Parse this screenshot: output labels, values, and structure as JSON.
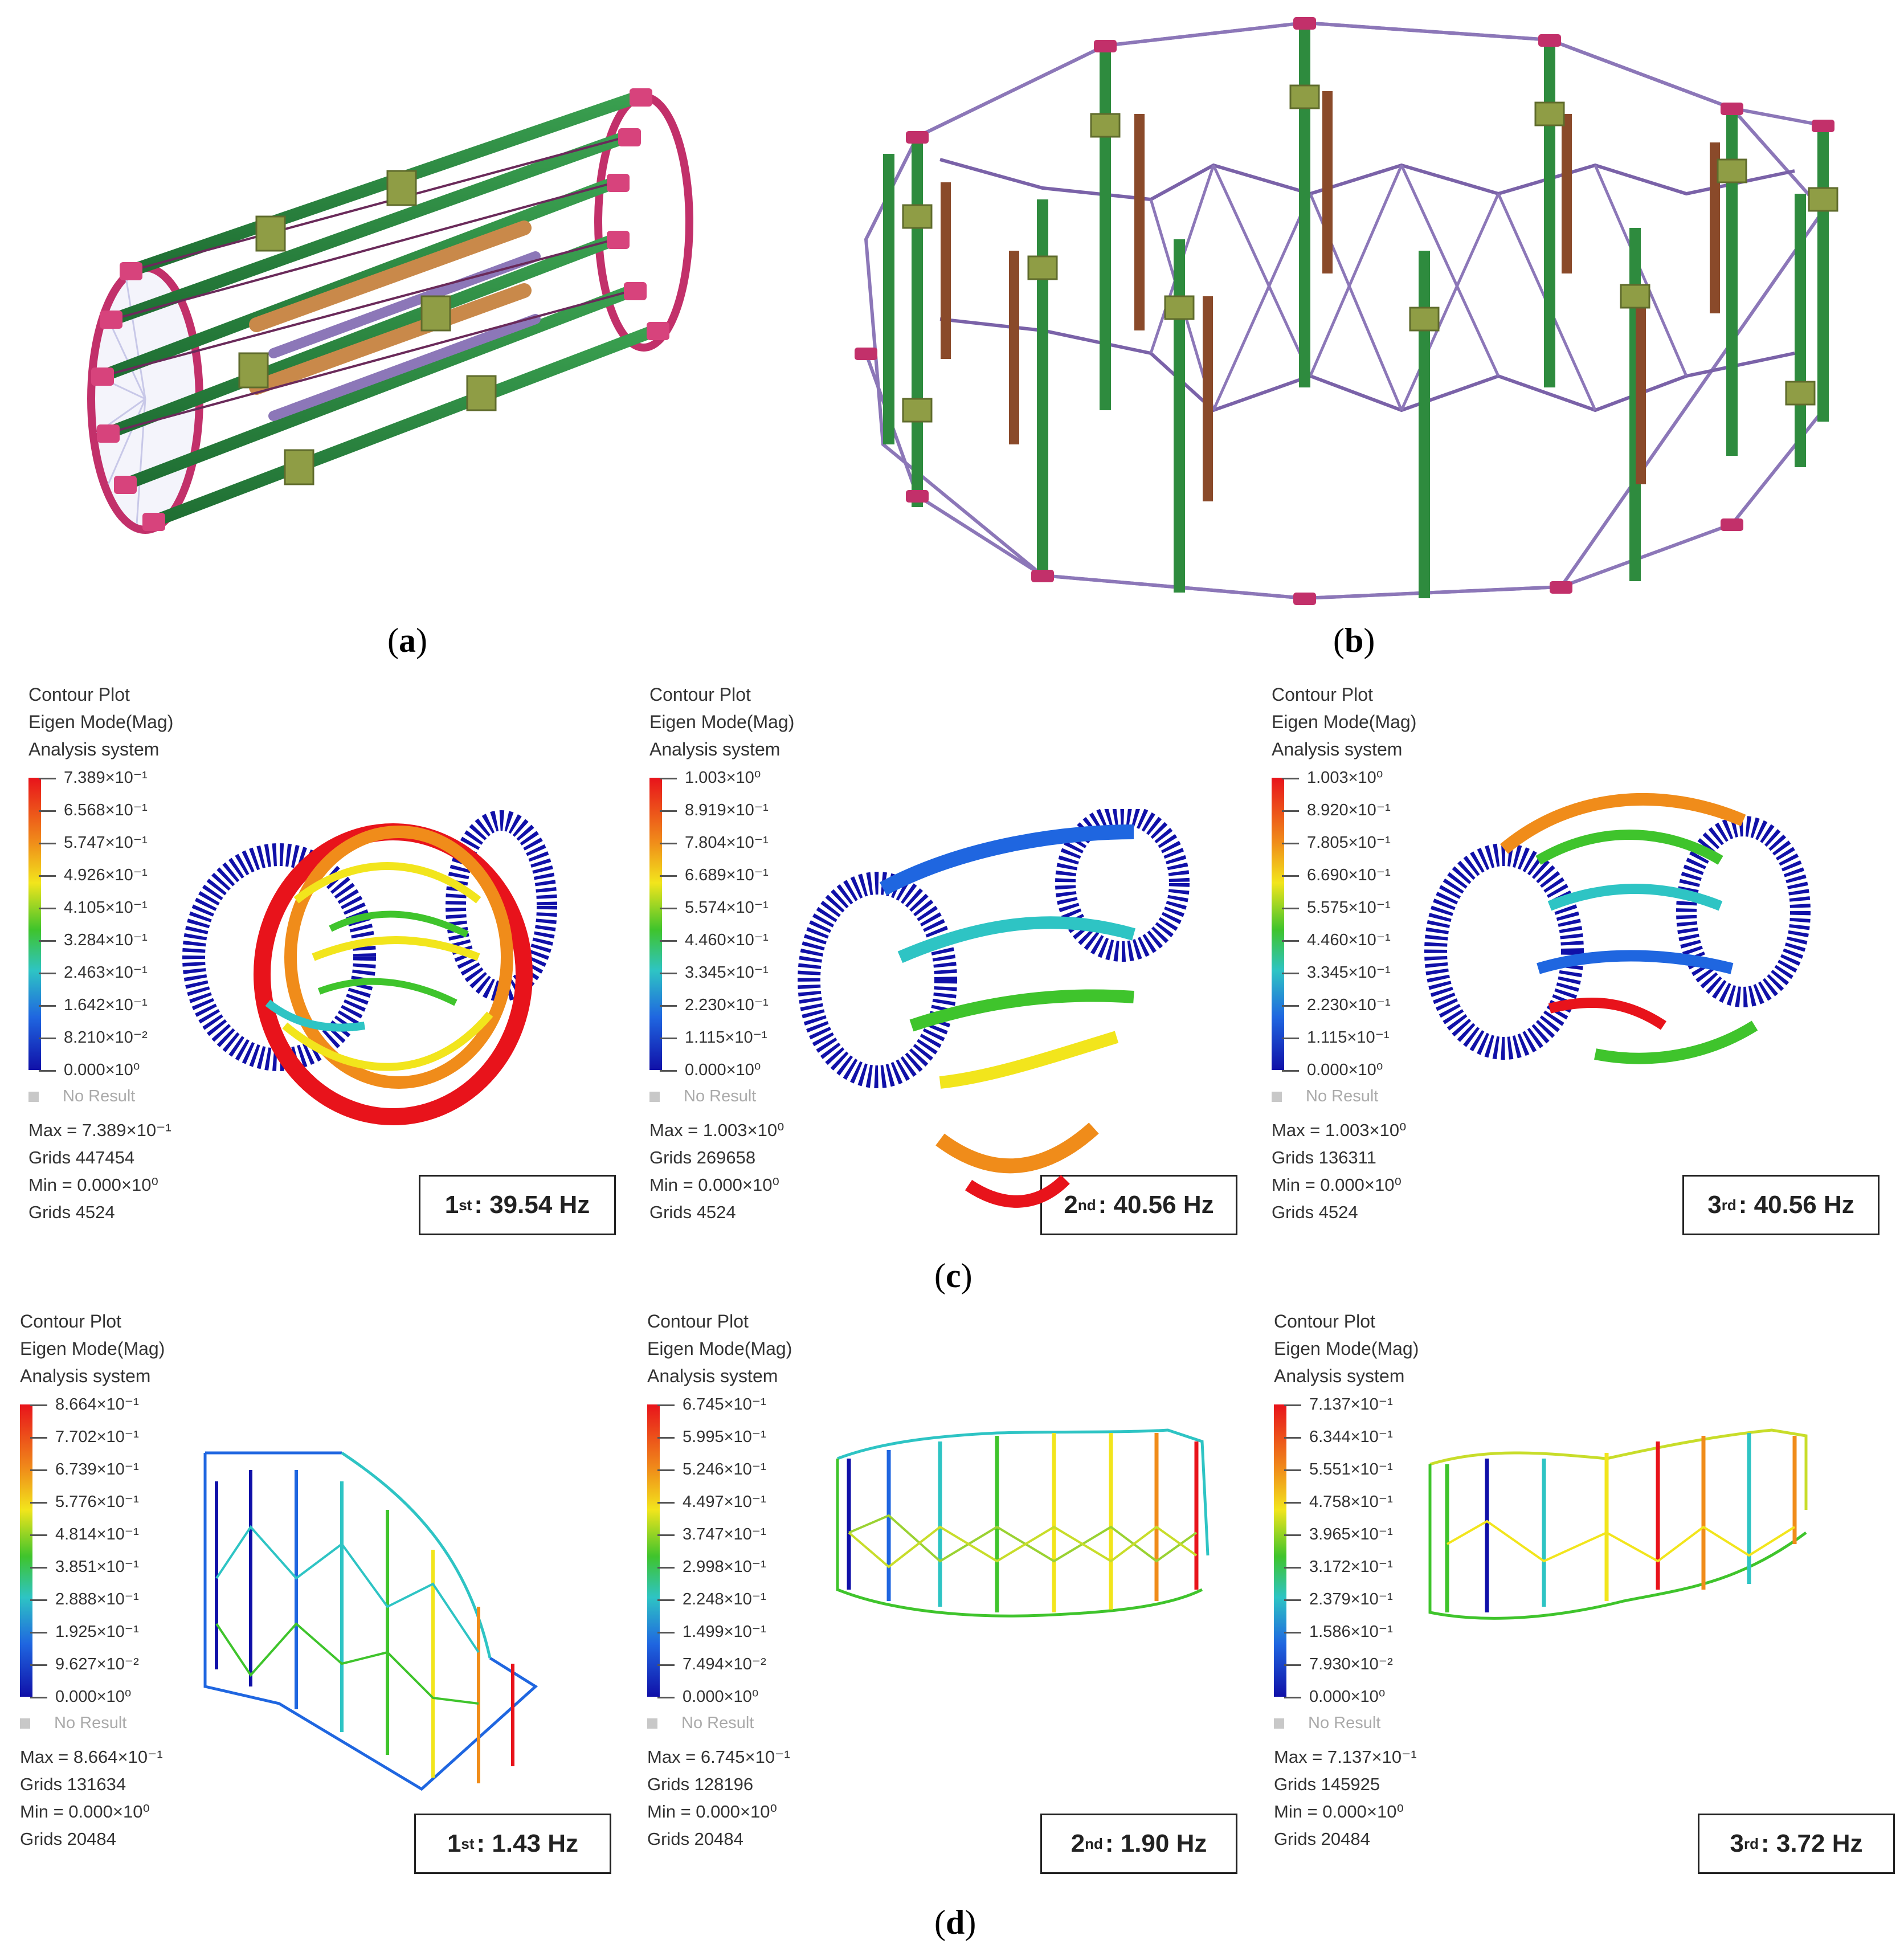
{
  "captions": {
    "a": "a",
    "b": "b",
    "c": "c",
    "d": "d"
  },
  "legend_header": [
    "Contour Plot",
    "Eigen Mode(Mag)",
    "Analysis system"
  ],
  "no_result": "No Result",
  "colors": {
    "red": "#e8131b",
    "orange": "#f08c1a",
    "yellow": "#f2e51c",
    "green": "#3fc42c",
    "cyan": "#2ec4c4",
    "blue": "#1f66e0",
    "navy": "#1010a8",
    "frame_green": "#2e8b3e",
    "frame_pink": "#c2306a",
    "frame_brown": "#8a4a2a",
    "frame_violet": "#8c77b8"
  },
  "c_plots": [
    {
      "ticks": [
        "7.389×10⁻¹",
        "6.568×10⁻¹",
        "5.747×10⁻¹",
        "4.926×10⁻¹",
        "4.105×10⁻¹",
        "3.284×10⁻¹",
        "2.463×10⁻¹",
        "1.642×10⁻¹",
        "8.210×10⁻²",
        "0.000×10⁰"
      ],
      "max": "Max = 7.389×10⁻¹",
      "grids_max": "Grids 447454",
      "min": "Min = 0.000×10⁰",
      "grids_min": "Grids 4524",
      "mode_ord": "1",
      "mode_sup": "st",
      "mode_freq": " : 39.54 Hz"
    },
    {
      "ticks": [
        "1.003×10⁰",
        "8.919×10⁻¹",
        "7.804×10⁻¹",
        "6.689×10⁻¹",
        "5.574×10⁻¹",
        "4.460×10⁻¹",
        "3.345×10⁻¹",
        "2.230×10⁻¹",
        "1.115×10⁻¹",
        "0.000×10⁰"
      ],
      "max": "Max = 1.003×10⁰",
      "grids_max": "Grids 269658",
      "min": "Min = 0.000×10⁰",
      "grids_min": "Grids 4524",
      "mode_ord": "2",
      "mode_sup": "nd",
      "mode_freq": " : 40.56 Hz"
    },
    {
      "ticks": [
        "1.003×10⁰",
        "8.920×10⁻¹",
        "7.805×10⁻¹",
        "6.690×10⁻¹",
        "5.575×10⁻¹",
        "4.460×10⁻¹",
        "3.345×10⁻¹",
        "2.230×10⁻¹",
        "1.115×10⁻¹",
        "0.000×10⁰"
      ],
      "max": "Max = 1.003×10⁰",
      "grids_max": "Grids 136311",
      "min": "Min = 0.000×10⁰",
      "grids_min": "Grids 4524",
      "mode_ord": "3",
      "mode_sup": "rd",
      "mode_freq": " : 40.56 Hz"
    }
  ],
  "d_plots": [
    {
      "ticks": [
        "8.664×10⁻¹",
        "7.702×10⁻¹",
        "6.739×10⁻¹",
        "5.776×10⁻¹",
        "4.814×10⁻¹",
        "3.851×10⁻¹",
        "2.888×10⁻¹",
        "1.925×10⁻¹",
        "9.627×10⁻²",
        "0.000×10⁰"
      ],
      "max": "Max = 8.664×10⁻¹",
      "grids_max": "Grids 131634",
      "min": "Min = 0.000×10⁰",
      "grids_min": "Grids 20484",
      "mode_ord": "1",
      "mode_sup": "st",
      "mode_freq": " : 1.43 Hz"
    },
    {
      "ticks": [
        "6.745×10⁻¹",
        "5.995×10⁻¹",
        "5.246×10⁻¹",
        "4.497×10⁻¹",
        "3.747×10⁻¹",
        "2.998×10⁻¹",
        "2.248×10⁻¹",
        "1.499×10⁻¹",
        "7.494×10⁻²",
        "0.000×10⁰"
      ],
      "max": "Max = 6.745×10⁻¹",
      "grids_max": "Grids 128196",
      "min": "Min = 0.000×10⁰",
      "grids_min": "Grids 20484",
      "mode_ord": "2",
      "mode_sup": "nd",
      "mode_freq": " : 1.90 Hz"
    },
    {
      "ticks": [
        "7.137×10⁻¹",
        "6.344×10⁻¹",
        "5.551×10⁻¹",
        "4.758×10⁻¹",
        "3.965×10⁻¹",
        "3.172×10⁻¹",
        "2.379×10⁻¹",
        "1.586×10⁻¹",
        "7.930×10⁻²",
        "0.000×10⁰"
      ],
      "max": "Max = 7.137×10⁻¹",
      "grids_max": "Grids 145925",
      "min": "Min = 0.000×10⁰",
      "grids_min": "Grids 20484",
      "mode_ord": "3",
      "mode_sup": "rd",
      "mode_freq": " : 3.72 Hz"
    }
  ]
}
